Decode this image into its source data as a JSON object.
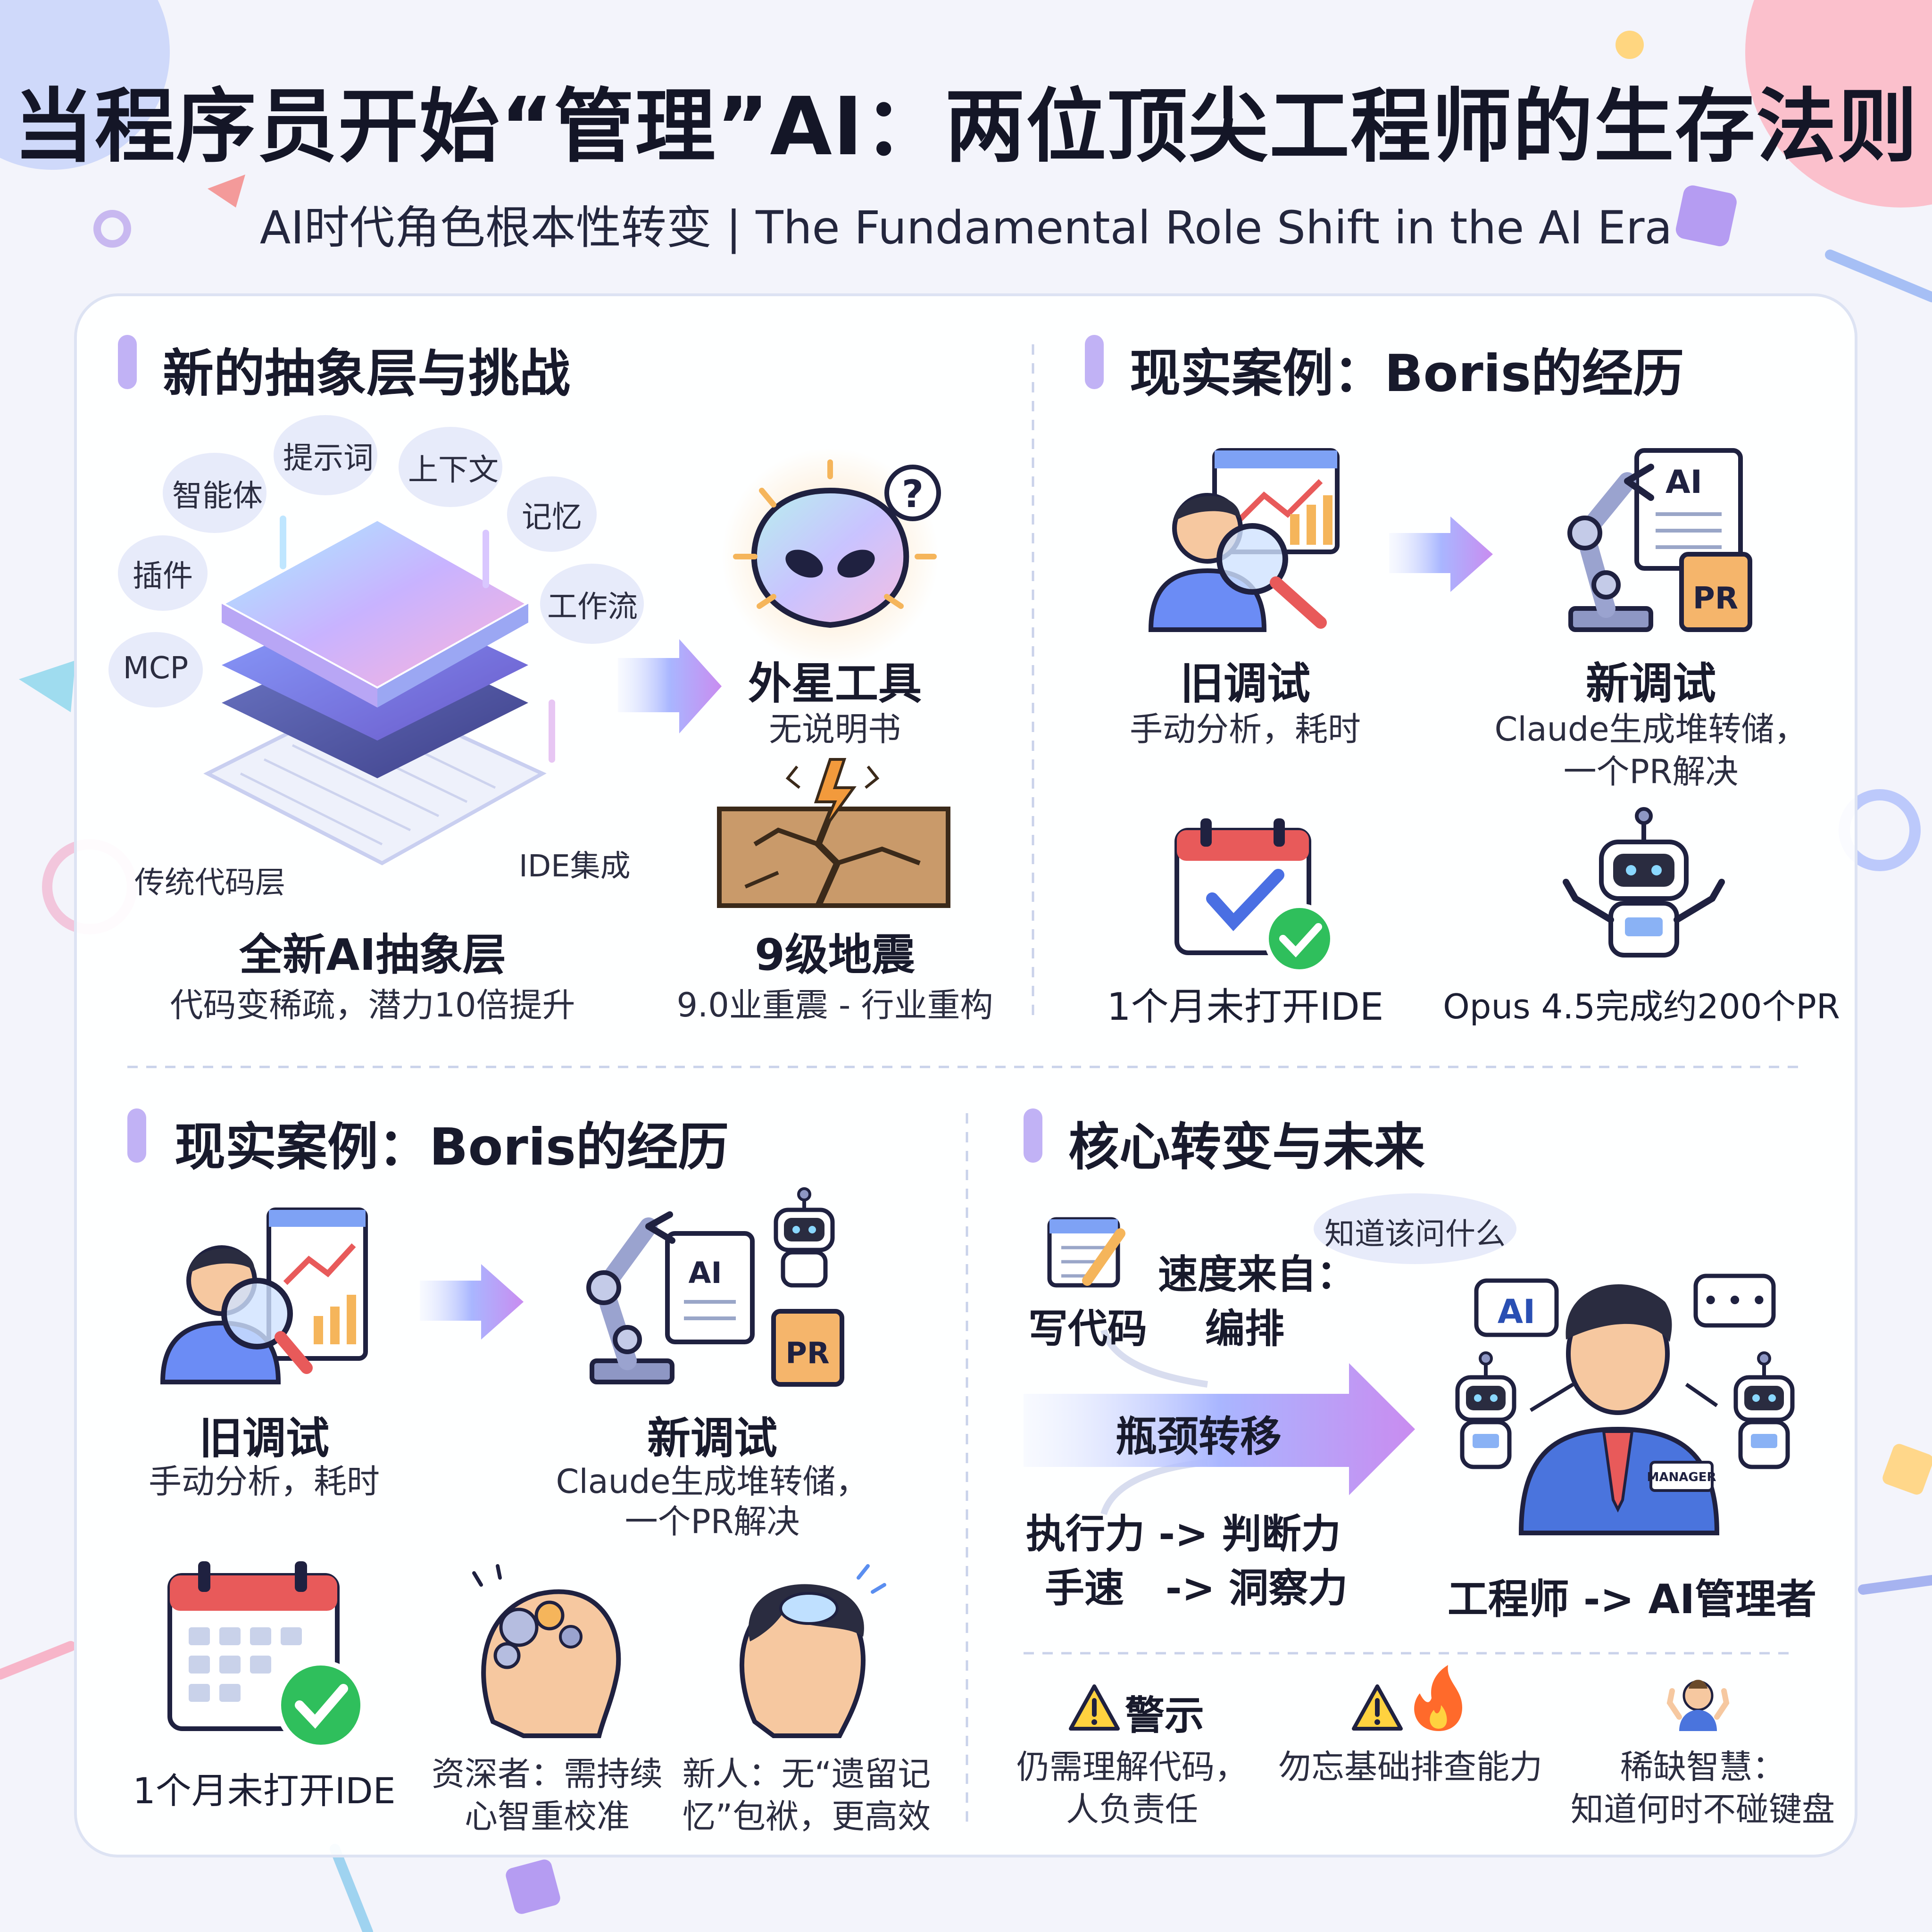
{
  "page": {
    "title": "当程序员开始“管理”AI：两位顶尖工程师的生存法则",
    "subtitle": "AI时代角色根本性转变 | The Fundamental Role Shift in the AI Era"
  },
  "q1": {
    "heading": "新的抽象层与挑战",
    "bubbles": [
      "智能体",
      "提示词",
      "上下文",
      "记忆",
      "插件",
      "工作流",
      "MCP"
    ],
    "legacy_label": "传统代码层",
    "ide_label": "IDE集成",
    "layer_title": "全新AI抽象层",
    "layer_desc": "代码变稀疏，潜力10倍提升",
    "alien_title": "外星工具",
    "alien_desc": "无说明书",
    "quake_title": "9级地震",
    "quake_desc": "9.0业重震 - 行业重构"
  },
  "q2": {
    "heading": "现实案例：Boris的经历",
    "old_title": "旧调试",
    "old_desc": "手动分析，耗时",
    "new_title": "新调试",
    "new_desc_1": "Claude生成堆转储，",
    "new_desc_2": "一个PR解决",
    "ide_text": "1个月未打开IDE",
    "opus_text": "Opus 4.5完成约200个PR",
    "ai_tag": "AI",
    "pr_tag": "PR"
  },
  "q3": {
    "heading": "现实案例：Boris的经历",
    "old_title": "旧调试",
    "old_desc": "手动分析，耗时",
    "new_title": "新调试",
    "new_desc_1": "Claude生成堆转储，",
    "new_desc_2": "一个PR解决",
    "ide_text": "1个月未打开IDE",
    "senior_1": "资深者：需持续",
    "senior_2": "心智重校准",
    "junior_1": "新人：无“遗留记",
    "junior_2": "忆”包袱，更高效",
    "ai_tag": "AI",
    "pr_tag": "PR"
  },
  "q4": {
    "heading": "核心转变与未来",
    "ask_bubble": "知道该问什么",
    "write_code": "写代码",
    "speed_from": "速度来自：",
    "orchestrate": "编排",
    "bottleneck": "瓶颈转移",
    "shift_1": "执行力 -> 判断力",
    "shift_2": "手速   -> 洞察力",
    "manager_caption": "工程师 -> AI管理者",
    "manager_badge": "MANAGER",
    "ai_tag": "AI",
    "chat_dots": "• • •",
    "warn_title": "警示",
    "warn_desc_1": "仍需理解代码，",
    "warn_desc_2": "人负责任",
    "basic_desc": "勿忘基础排查能力",
    "wisdom_1": "稀缺智慧：",
    "wisdom_2": "知道何时不碰键盘"
  },
  "colors": {
    "accent_purple": "#8f7cf0",
    "accent_blue": "#6b8cf5",
    "accent_pink": "#f29cc0",
    "check_green": "#2fbf5c",
    "calendar_red": "#e85a5a",
    "pr_orange": "#e7934a"
  }
}
